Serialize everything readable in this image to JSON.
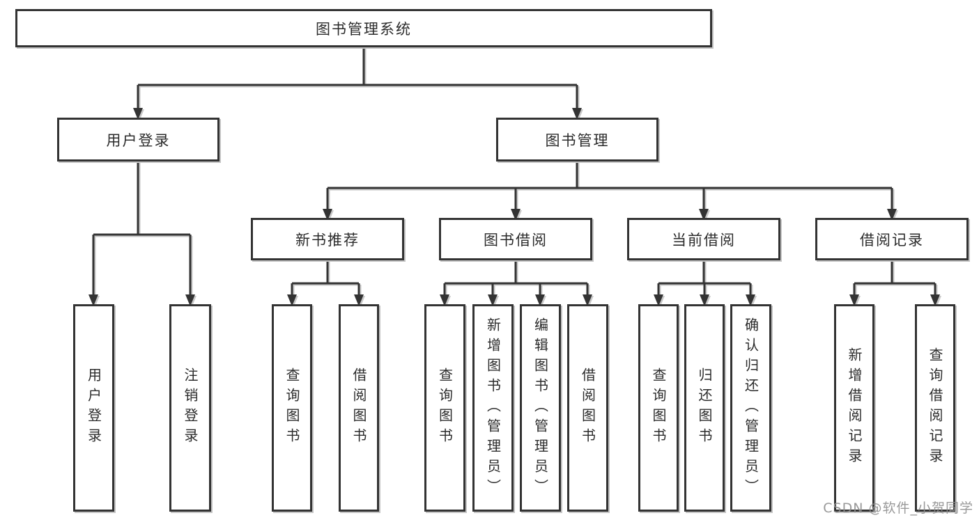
{
  "diagram": {
    "root": "图书管理系统",
    "user_login_branch": {
      "label": "用户登录",
      "children": [
        "用户登录",
        "注销登录"
      ]
    },
    "book_mgmt_branch": {
      "label": "图书管理",
      "children": [
        {
          "label": "新书推荐",
          "children": [
            "查询图书",
            "借阅图书"
          ]
        },
        {
          "label": "图书借阅",
          "children": [
            "查询图书",
            "新增图书（管理员）",
            "编辑图书（管理员）",
            "借阅图书"
          ]
        },
        {
          "label": "当前借阅",
          "children": [
            "查询图书",
            "归还图书",
            "确认归还（管理员）"
          ]
        },
        {
          "label": "借阅记录",
          "children": [
            "新增借阅记录",
            "查询借阅记录"
          ]
        }
      ]
    },
    "colors": {
      "line": "#333333",
      "text": "#2b2b2b",
      "shadow": "#c4c4c4",
      "watermark": "#8f8f8f"
    }
  },
  "watermark": "CSDN @软件_小贺同学"
}
